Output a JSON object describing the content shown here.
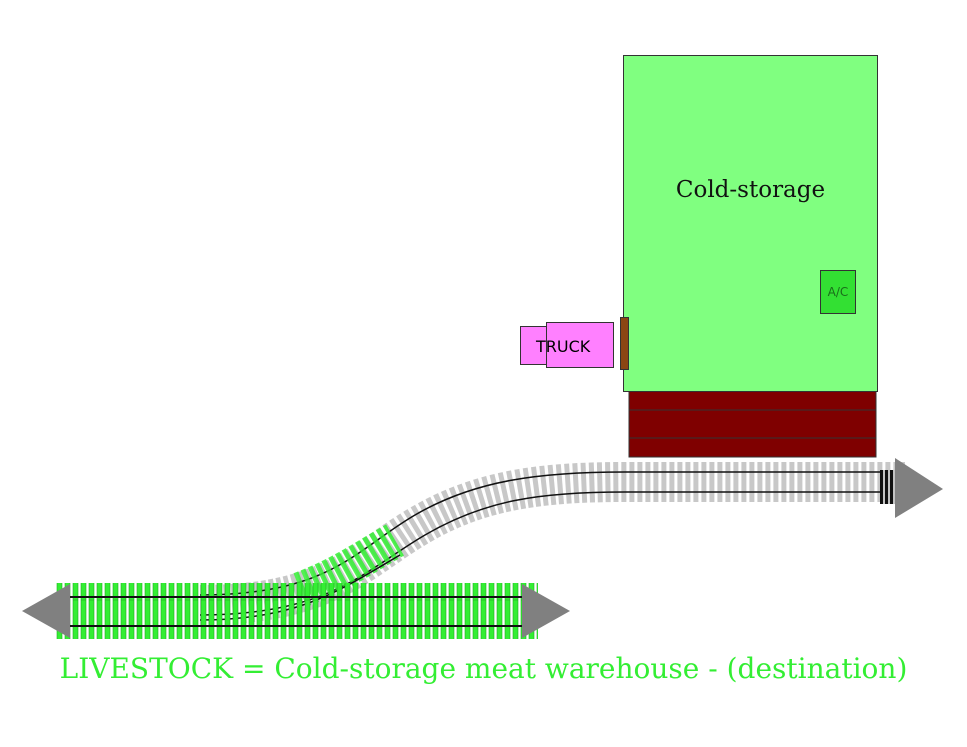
{
  "building": {
    "label": "Cold-storage",
    "ac_label": "A/C",
    "fill": "#80ff80"
  },
  "truck": {
    "label": "TRUCK",
    "fill": "#ff80ff"
  },
  "platform": {
    "fill": "#7f0000"
  },
  "tracks": {
    "main_line_color": "#33ee33",
    "spur_color": "#b0b0b0",
    "arrow_color": "#808080"
  },
  "caption": "LIVESTOCK = Cold-storage meat warehouse - (destination)"
}
